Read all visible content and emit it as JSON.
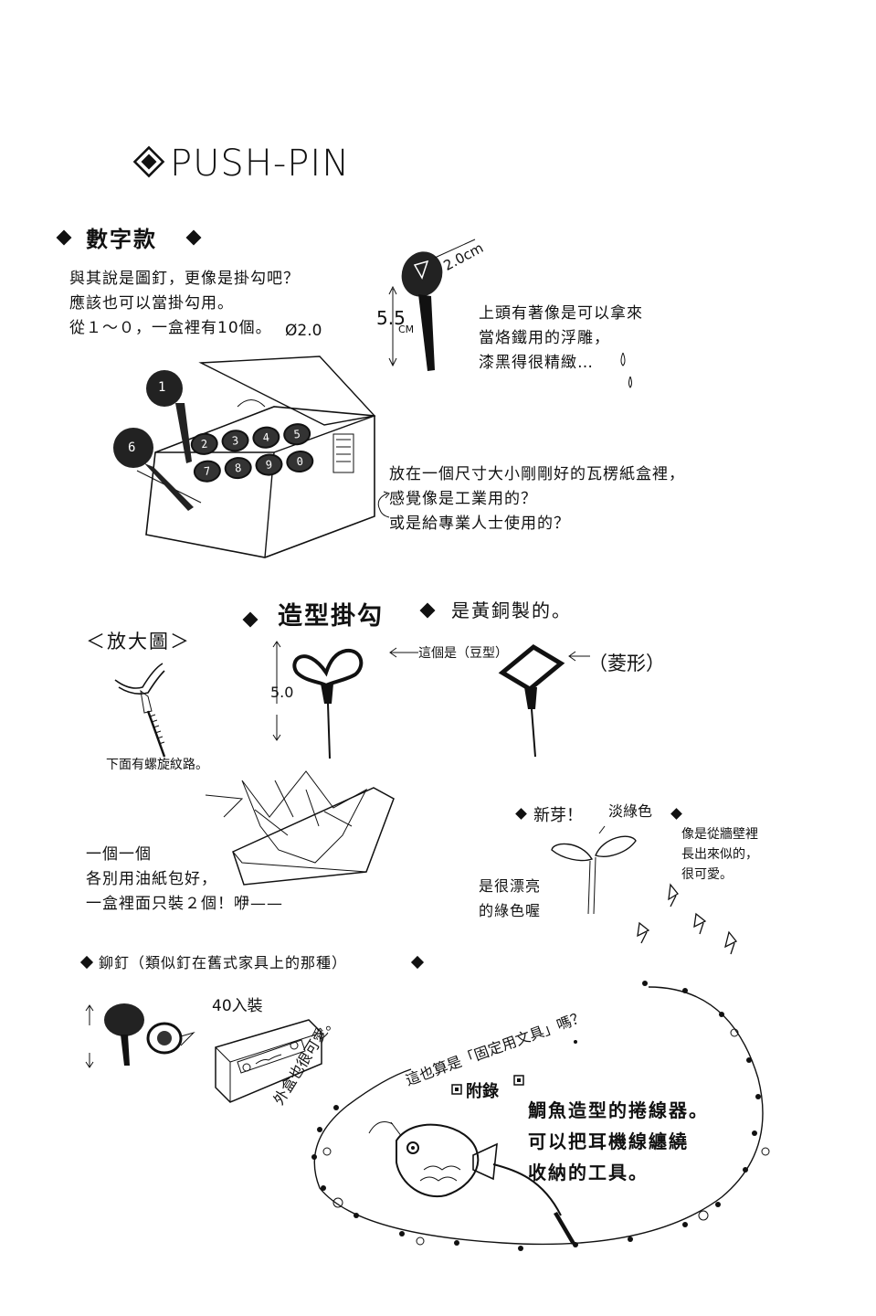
{
  "title": "PUSH-PIN",
  "number_style": {
    "heading": "數字款",
    "intro": "與其說是圖釘，更像是掛勾吧？\n應該也可以當掛勾用。\n從１～０，一盒裡有10個。",
    "diameter": "Ø2.0",
    "dim_top": "2.0cm",
    "dim_side_value": "5.5",
    "dim_side_unit": "CM",
    "relief_note": "上頭有著像是可以拿來\n當烙鐵用的浮雕，\n漆黑得很精緻…",
    "box_note": "放在一個尺寸大小剛剛好的瓦楞紙盒裡，\n感覺像是工業用的？\n或是給專業人士使用的？",
    "box_digits": [
      "2",
      "3",
      "4",
      "5",
      "7",
      "8",
      "9",
      "0"
    ],
    "pin_digits": [
      "1",
      "6"
    ]
  },
  "shaped_hooks": {
    "heading": "造型掛勾",
    "material": "是黃銅製的。",
    "zoom_label": "＜放大圖＞",
    "heart_label": "這個是（豆型）",
    "diamond_label": "（菱形）",
    "height": "5.0",
    "thread_note": "下面有螺旋紋路。",
    "wrap_note": "一個一個\n各別用油紙包好，\n一盒裡面只裝２個！咿——"
  },
  "sprout": {
    "heading": "新芽！",
    "color": "淡綠色",
    "bright_note": "是很漂亮\n的綠色喔",
    "wall_note": "像是從牆壁裡\n長出來似的，\n很可愛。"
  },
  "rivet": {
    "heading": "鉚釘（類似釘在舊式家具上的那種）",
    "count": "40入裝",
    "box_note": "外盒也很可愛。",
    "question": "這也算是「固定用文具」嗎？"
  },
  "appendix": {
    "heading": "附錄",
    "text": "鯛魚造型的捲線器。\n可以把耳機線纏繞\n收納的工具。"
  }
}
